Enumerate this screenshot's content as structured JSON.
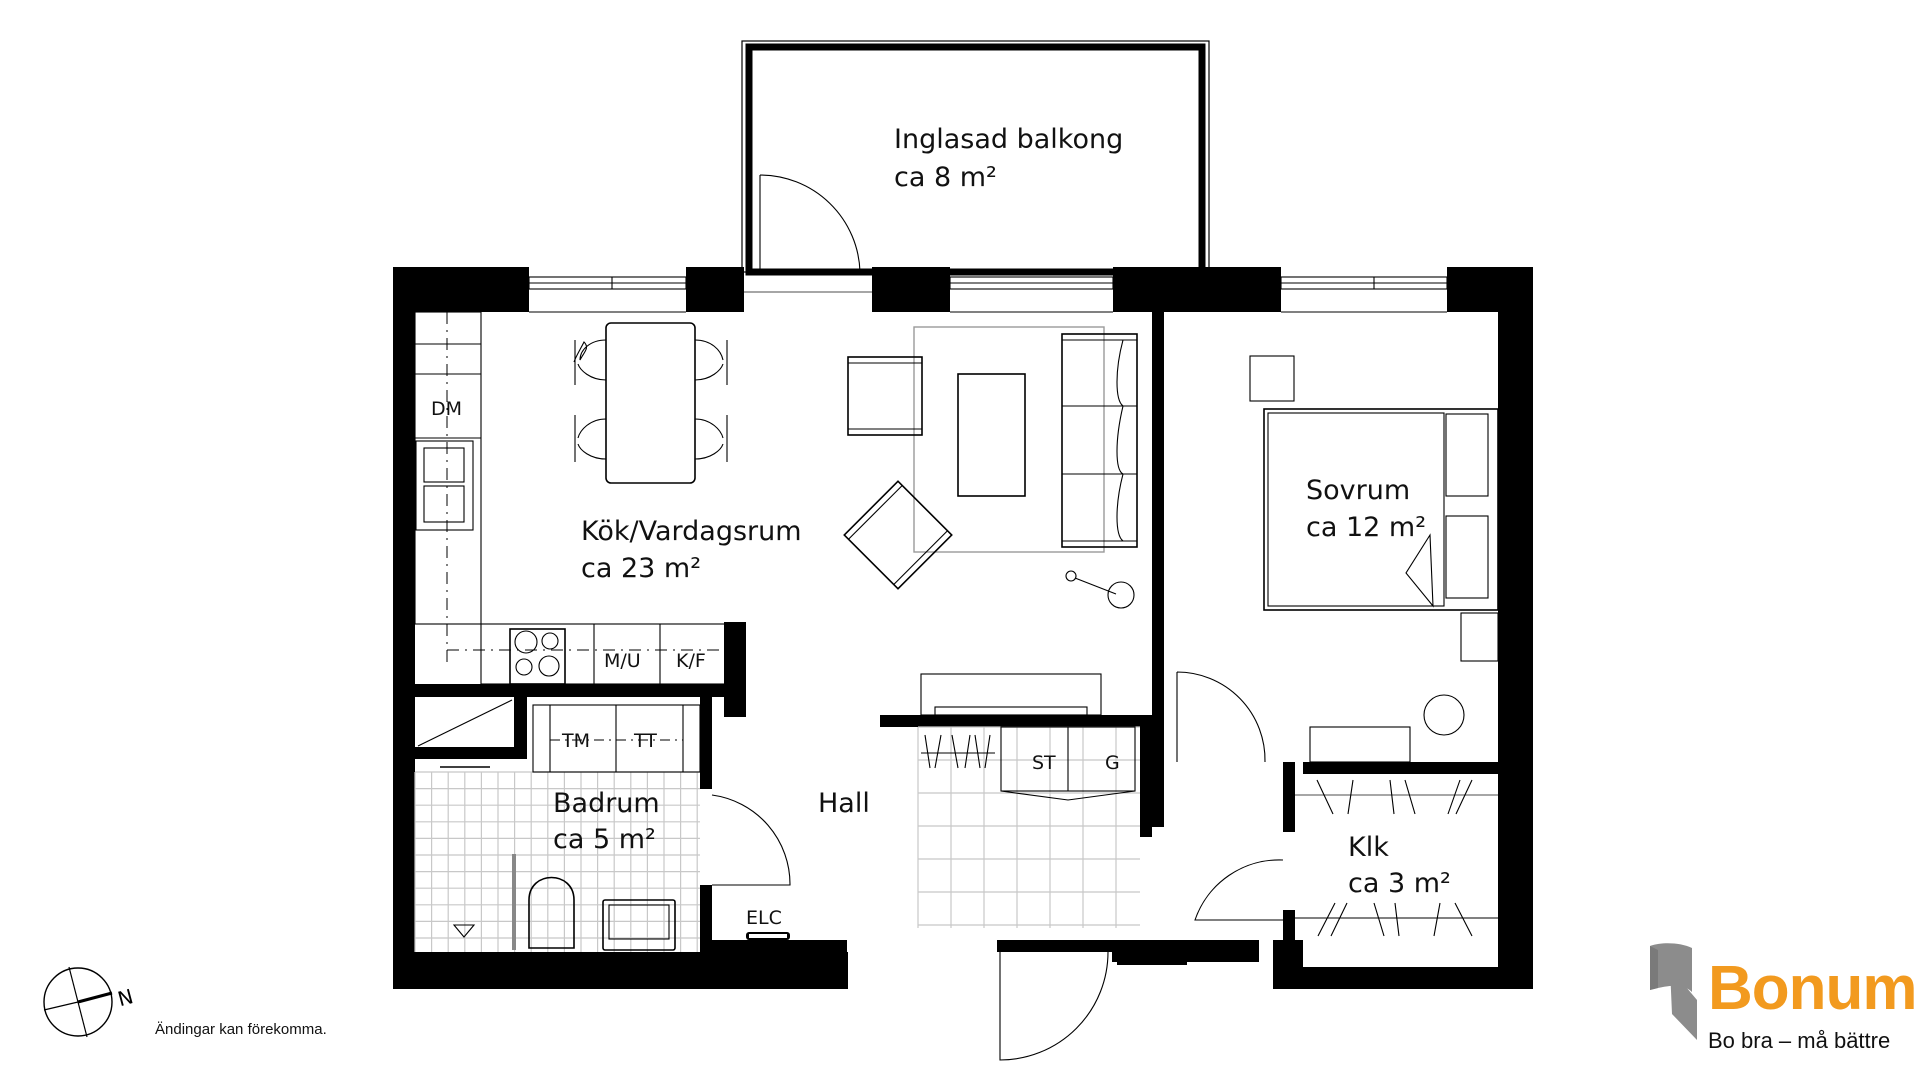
{
  "plan": {
    "rooms": {
      "balcony": {
        "name": "Inglasad balkong",
        "area": "ca 8 m²"
      },
      "kitchen_living": {
        "name": "Kök/Vardagsrum",
        "area": "ca 23 m²"
      },
      "bedroom": {
        "name": "Sovrum",
        "area": "ca 12 m²"
      },
      "bathroom": {
        "name": "Badrum",
        "area": "ca 5 m²"
      },
      "hall": {
        "name": "Hall"
      },
      "closet": {
        "name": "Klk",
        "area": "ca 3 m²"
      }
    },
    "appliances": {
      "dishwasher": "DM",
      "microwave_oven": "M/U",
      "fridge_freezer": "K/F",
      "washing_machine": "TM",
      "tumble_dryer": "TT",
      "storage": "ST",
      "wardrobe": "G",
      "electrical_cabinet": "ELC"
    }
  },
  "compass": {
    "north_label": "N"
  },
  "footer": {
    "disclaimer": "Ändingar kan förekomma."
  },
  "brand": {
    "name": "Bonum",
    "tagline": "Bo bra – må bättre",
    "colors": {
      "accent": "#f29a1f",
      "mark": "#8c8c8c"
    }
  }
}
